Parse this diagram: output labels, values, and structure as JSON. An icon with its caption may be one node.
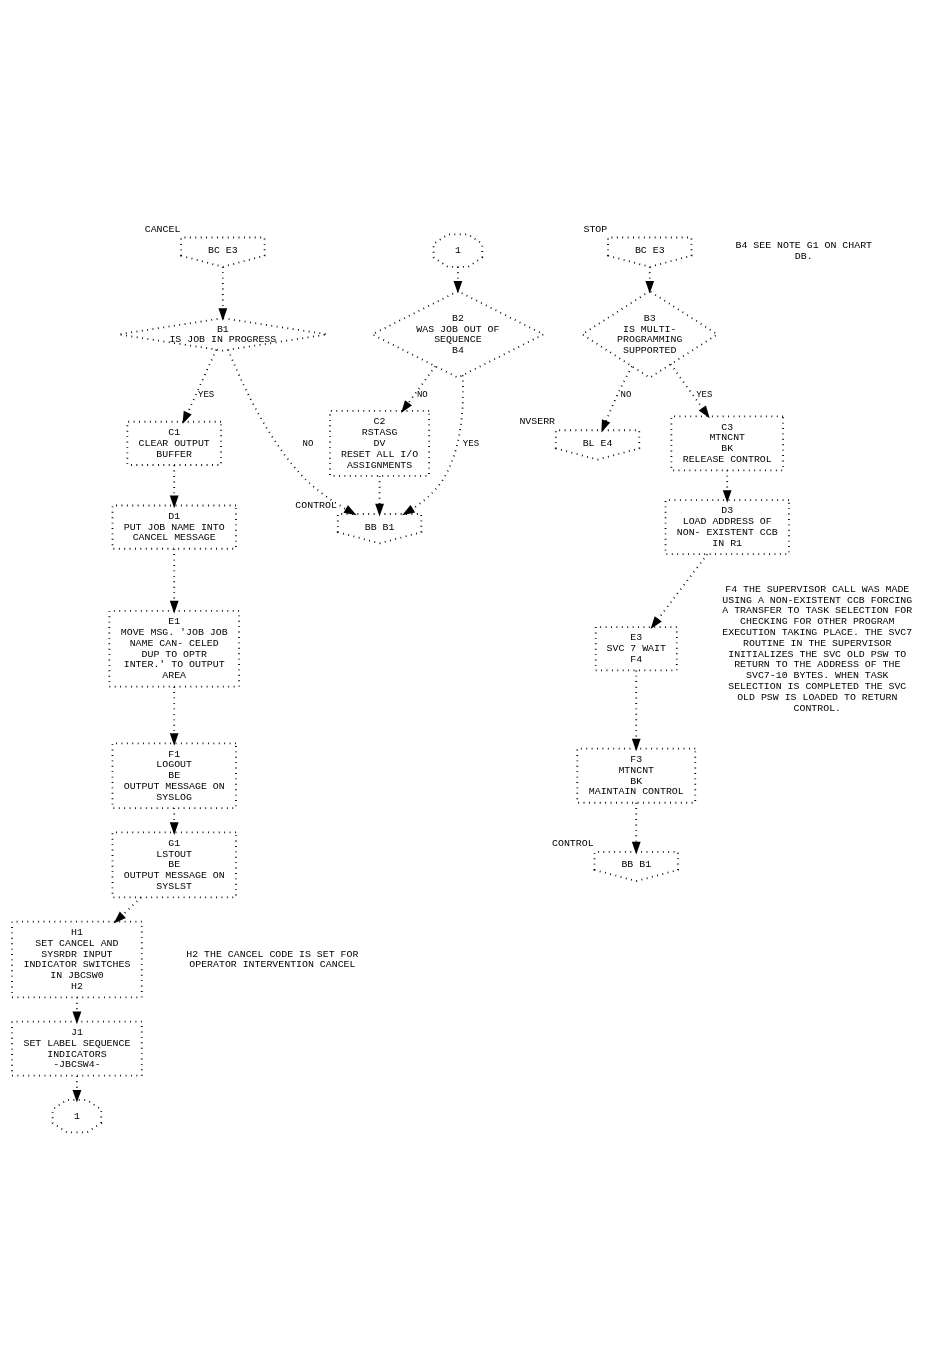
{
  "diagram": {
    "nodes": [
      {
        "text": [
          "BC E3"
        ],
        "beside": [
          "CANCEL"
        ]
      },
      {
        "text": [
          "B1",
          "IS JOB IN PROGRESS"
        ]
      },
      {
        "text": [
          "C1",
          "CLEAR OUTPUT BUFFER"
        ]
      },
      {
        "text": [
          "D1",
          "PUT JOB NAME INTO CANCEL MESSAGE"
        ]
      },
      {
        "text": [
          "E1",
          "MOVE MSG. 'JOB JOB NAME CAN- CELED DUP TO OPTR INTER.' TO OUTPUT AREA"
        ]
      },
      {
        "text": [
          "F1",
          "LOGOUT",
          "BE",
          "OUTPUT MESSAGE ON SYSLOG"
        ]
      },
      {
        "text": [
          "G1",
          "LSTOUT",
          "BE",
          "OUTPUT MESSAGE ON SYSLST"
        ]
      },
      {
        "text": [
          "H1",
          "SET CANCEL AND SYSRDR INPUT INDICATOR SWITCHES IN JBCSW0",
          "H2"
        ]
      },
      {
        "text": [
          "J1",
          "SET LABEL SEQUENCE INDICATORS -JBCSW4-"
        ]
      },
      {
        "text": [
          "1"
        ]
      },
      {
        "text": [
          "1"
        ]
      },
      {
        "text": [
          "B2",
          "WAS JOB OUT OF SEQUENCE",
          "B4"
        ]
      },
      {
        "text": [
          "C2",
          "RSTASG",
          "DV",
          "RESET ALL I/O ASSIGNMENTS"
        ]
      },
      {
        "text": [
          "BB B1"
        ],
        "beside": [
          "CONTROL"
        ]
      },
      {
        "text": [
          "BC E3"
        ],
        "beside": [
          "STOP"
        ]
      },
      {
        "text": [
          "B3",
          "IS MULTI- PROGRAMMING SUPPORTED"
        ]
      },
      {
        "text": [
          "BL E4"
        ],
        "beside": [
          "NVSERR"
        ]
      },
      {
        "text": [
          "C3",
          "MTNCNT",
          "BK",
          "RELEASE CONTROL"
        ]
      },
      {
        "text": [
          "D3",
          "LOAD ADDRESS OF NON- EXISTENT CCB IN R1"
        ]
      },
      {
        "text": [
          "E3",
          "SVC 7 WAIT",
          "F4"
        ]
      },
      {
        "text": [
          "F3",
          "MTNCNT",
          "BK",
          "MAINTAIN CONTROL"
        ]
      },
      {
        "text": [
          "BB B1"
        ],
        "beside": [
          "CONTROL"
        ]
      }
    ],
    "edges": [
      {
        "from": 0,
        "to": 1,
        "arrow": "to"
      },
      {
        "from": 1,
        "to": 2,
        "arrow": "to",
        "label": "YES"
      },
      {
        "from": 1,
        "to": 13,
        "arrow": "to",
        "label": "NO"
      },
      {
        "from": 2,
        "to": 3,
        "arrow": "to"
      },
      {
        "from": 3,
        "to": 4,
        "arrow": "to"
      },
      {
        "from": 4,
        "to": 5,
        "arrow": "to"
      },
      {
        "from": 5,
        "to": 6,
        "arrow": "to"
      },
      {
        "from": 6,
        "to": 7,
        "arrow": "to"
      },
      {
        "from": 7,
        "to": 8,
        "arrow": "to"
      },
      {
        "from": 8,
        "to": 9,
        "arrow": "to"
      },
      {
        "from": 10,
        "to": 11,
        "arrow": "to"
      },
      {
        "from": 11,
        "to": 12,
        "arrow": "to",
        "label": "NO"
      },
      {
        "from": 11,
        "to": 13,
        "arrow": "to",
        "label": "YES"
      },
      {
        "from": 12,
        "to": 13,
        "arrow": "to"
      },
      {
        "from": 14,
        "to": 15,
        "arrow": "to"
      },
      {
        "from": 15,
        "to": 17,
        "arrow": "to",
        "label": "YES"
      },
      {
        "from": 15,
        "to": 16,
        "arrow": "to",
        "label": "NO"
      },
      {
        "from": 17,
        "to": 18,
        "arrow": "to"
      },
      {
        "from": 18,
        "to": 19,
        "arrow": "to"
      },
      {
        "from": 19,
        "to": 20,
        "arrow": "to"
      },
      {
        "from": 20,
        "to": 21,
        "arrow": "to"
      }
    ],
    "labels": [
      "B4 SEE NOTE G1 ON CHART DB.",
      "F4 THE SUPERVISOR CALL WAS MADE USING A NON-EXISTENT CCB FORCING A TRANSFER TO TASK SELECTION FOR CHECKING FOR OTHER PROGRAM EXECUTION TAKING PLACE. THE SVC7 ROUTINE IN THE SUPERVISOR INITIALIZES THE SVC OLD PSW TO RETURN TO THE ADDRESS OF THE SVC7-10 BYTES. WHEN TASK SELECTION IS COMPLETED THE SVC OLD PSW IS LOADED TO RETURN CONTROL.",
      "H2 THE CANCEL CODE IS SET FOR OPERATOR INTERVENTION CANCEL"
    ]
  }
}
